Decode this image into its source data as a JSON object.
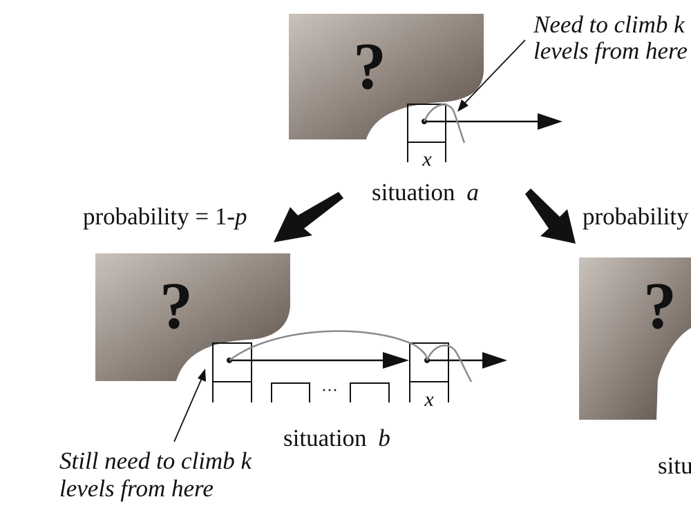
{
  "colors": {
    "block_light": "#c9c2bb",
    "block_dark": "#5a4d45",
    "ink": "#111111",
    "pointer_gray": "#8a8a8a"
  },
  "blocks": {
    "symbol": "?"
  },
  "situation_a": {
    "caption_text": "situation",
    "caption_var": "a",
    "cell_label": "x",
    "note_line1": "Need to climb k",
    "note_line2": "levels from here"
  },
  "branches": {
    "left_prob_text": "probability = 1-",
    "left_prob_var": "p",
    "right_prob_text": "probability"
  },
  "situation_b": {
    "caption_text": "situation",
    "caption_var": "b",
    "cell_label": "x",
    "dots": "···",
    "note_line1": "Still need to climb k",
    "note_line2": "levels from here"
  },
  "situation_c": {
    "caption_partial": "situ"
  }
}
